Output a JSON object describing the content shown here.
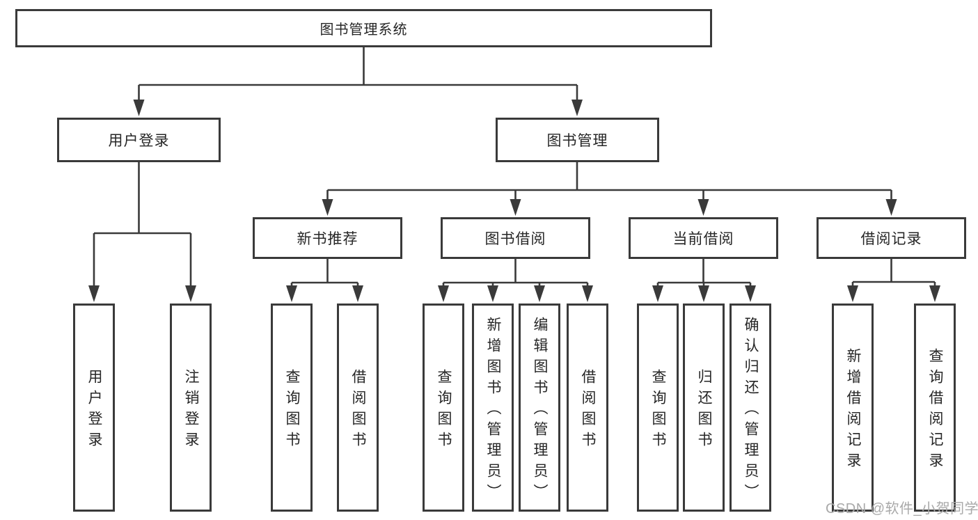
{
  "diagram": {
    "tree": {
      "label": "图书管理系统",
      "children": [
        {
          "label": "用户登录",
          "children": [
            {
              "label": "用户登录"
            },
            {
              "label": "注销登录"
            }
          ]
        },
        {
          "label": "图书管理",
          "children": [
            {
              "label": "新书推荐",
              "children": [
                {
                  "label": "查询图书"
                },
                {
                  "label": "借阅图书"
                }
              ]
            },
            {
              "label": "图书借阅",
              "children": [
                {
                  "label": "查询图书"
                },
                {
                  "label": "新增图书（管理员）"
                },
                {
                  "label": "编辑图书（管理员）"
                },
                {
                  "label": "借阅图书"
                }
              ]
            },
            {
              "label": "当前借阅",
              "children": [
                {
                  "label": "查询图书"
                },
                {
                  "label": "归还图书"
                },
                {
                  "label": "确认归还（管理员）"
                }
              ]
            },
            {
              "label": "借阅记录",
              "children": [
                {
                  "label": "新增借阅记录"
                },
                {
                  "label": "查询借阅记录"
                }
              ]
            }
          ]
        }
      ]
    }
  },
  "watermark": {
    "text": "CSDN @软件_小贺同学"
  },
  "colors": {
    "line": "#3a3a3a",
    "text": "#262626",
    "watermark": "#a9a9a9",
    "background": "#ffffff"
  }
}
